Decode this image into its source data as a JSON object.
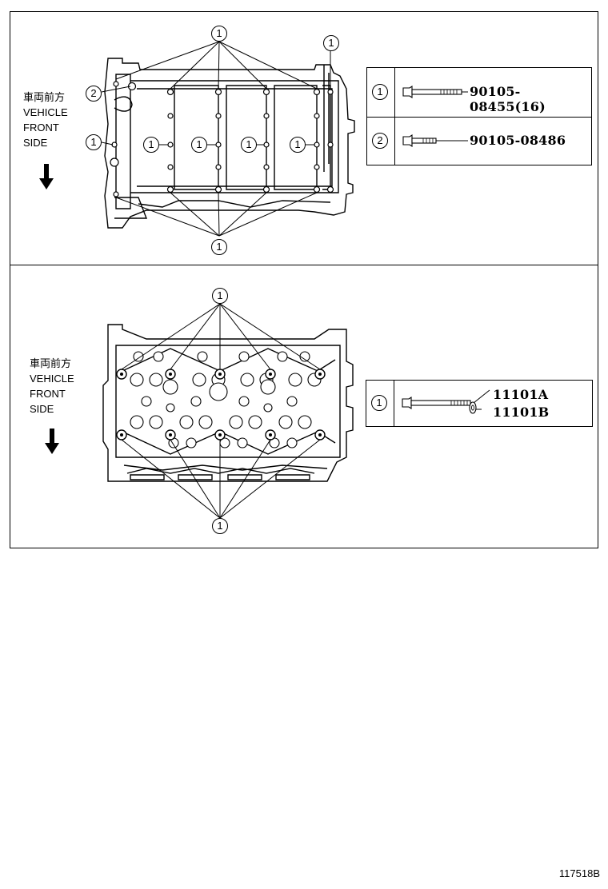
{
  "direction_label": {
    "japanese": "車両前方",
    "line1": "VEHICLE",
    "line2": "FRONT",
    "line3": "SIDE"
  },
  "top_diagram": {
    "callouts": [
      "1",
      "2"
    ],
    "legend": [
      {
        "num": "1",
        "part_number": "90105-08455(16)"
      },
      {
        "num": "2",
        "part_number": "90105-08486"
      }
    ]
  },
  "bottom_diagram": {
    "callouts": [
      "1"
    ],
    "legend": [
      {
        "num": "1",
        "part_numbers": [
          "11101A",
          "11101B"
        ]
      }
    ]
  },
  "footer": {
    "code": "117518B"
  },
  "icons": [
    "down-arrow-icon",
    "bolt-icon",
    "washer-icon"
  ]
}
